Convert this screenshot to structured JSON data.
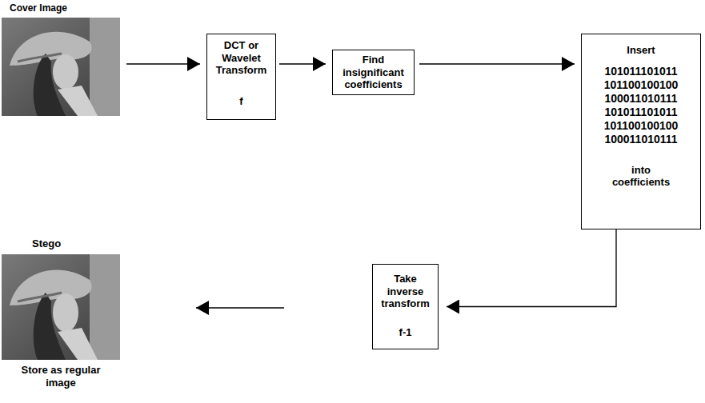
{
  "diagram": {
    "nodes": [
      {
        "text": [
          "Cover Image"
        ]
      },
      {
        "text": [
          "DCT or Wavelet Transform",
          "f"
        ]
      },
      {
        "text": [
          "Find insignificant coefficients"
        ]
      },
      {
        "text": [
          "Insert",
          "101011101011 101100100100 100011010111 101011101011 101100100100 100011010111",
          "into coefficients"
        ]
      },
      {
        "text": [
          "Take inverse transform",
          "f-1"
        ]
      },
      {
        "text": [
          "Stego",
          "Store as regular image"
        ]
      }
    ],
    "edges": [
      {
        "from": 0,
        "to": 1,
        "arrow": "to"
      },
      {
        "from": 1,
        "to": 2,
        "arrow": "to"
      },
      {
        "from": 2,
        "to": 3,
        "arrow": "to"
      },
      {
        "from": 3,
        "to": 4,
        "arrow": "to"
      },
      {
        "from": 4,
        "to": 5,
        "arrow": "to"
      }
    ]
  }
}
